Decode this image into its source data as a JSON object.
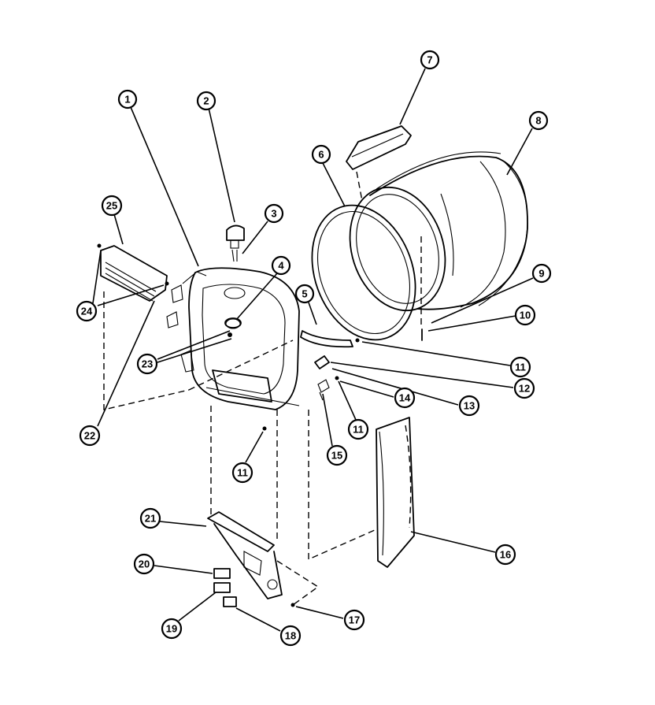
{
  "callouts": [
    {
      "id": "c1",
      "label": "1"
    },
    {
      "id": "c2",
      "label": "2"
    },
    {
      "id": "c3",
      "label": "3"
    },
    {
      "id": "c4",
      "label": "4"
    },
    {
      "id": "c5",
      "label": "5"
    },
    {
      "id": "c6",
      "label": "6"
    },
    {
      "id": "c7",
      "label": "7"
    },
    {
      "id": "c8",
      "label": "8"
    },
    {
      "id": "c9",
      "label": "9"
    },
    {
      "id": "c10",
      "label": "10"
    },
    {
      "id": "c11a",
      "label": "11"
    },
    {
      "id": "c11b",
      "label": "11"
    },
    {
      "id": "c11c",
      "label": "11"
    },
    {
      "id": "c12",
      "label": "12"
    },
    {
      "id": "c13",
      "label": "13"
    },
    {
      "id": "c14",
      "label": "14"
    },
    {
      "id": "c15",
      "label": "15"
    },
    {
      "id": "c16",
      "label": "16"
    },
    {
      "id": "c17",
      "label": "17"
    },
    {
      "id": "c18",
      "label": "18"
    },
    {
      "id": "c19",
      "label": "19"
    },
    {
      "id": "c20",
      "label": "20"
    },
    {
      "id": "c21",
      "label": "21"
    },
    {
      "id": "c22",
      "label": "22"
    },
    {
      "id": "c23",
      "label": "23"
    },
    {
      "id": "c24",
      "label": "24"
    },
    {
      "id": "c25",
      "label": "25"
    }
  ]
}
